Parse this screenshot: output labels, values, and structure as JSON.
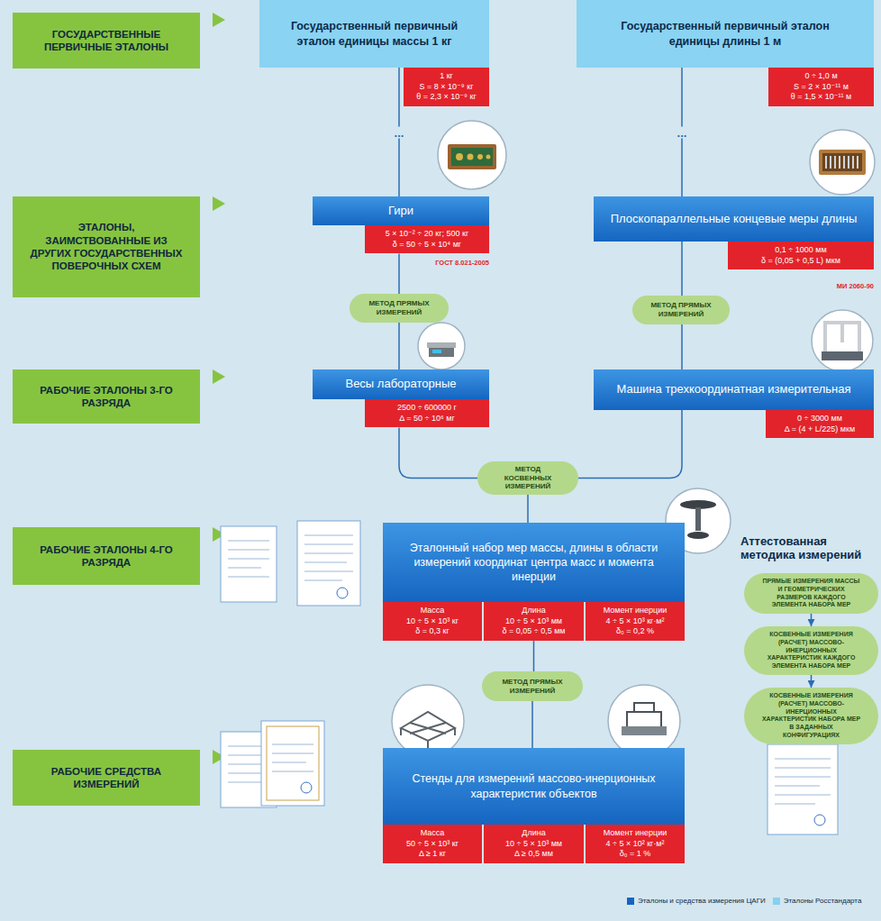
{
  "diagram": {
    "nodes": [
      {
        "text": [
          "ГОСУДАРСТВЕННЫЕ ПЕРВИЧНЫЕ ЭТАЛОНЫ"
        ]
      },
      {
        "text": [
          "Государственный первичный эталон единицы массы 1 кг"
        ]
      },
      {
        "text": [
          "1 кг",
          "S = 8 × 10⁻⁹ кг",
          "θ = 2,3 × 10⁻⁹ кг"
        ]
      },
      {
        "text": [
          "Государственный первичный эталон единицы длины 1 м"
        ]
      },
      {
        "text": [
          "0 ÷ 1,0 м",
          "S = 2 × 10⁻¹¹ м",
          "θ = 1,5 × 10⁻¹¹ м"
        ]
      },
      {
        "text": [
          "ЭТАЛОНЫ, ЗАИМСТВОВАННЫЕ ИЗ ДРУГИХ ГОСУДАРСТВЕННЫХ ПОВЕРОЧНЫХ СХЕМ"
        ]
      },
      {
        "text": [
          "Гири"
        ]
      },
      {
        "text": [
          "5 × 10⁻² ÷ 20 кг; 500 кг",
          "δ = 50 ÷ 5 × 10⁴ мг"
        ]
      },
      {
        "text": [
          "Плоскопараллельные концевые меры длины"
        ]
      },
      {
        "text": [
          "0,1 ÷ 1000 мм",
          "δ = (0,05 + 0,5 L) мкм"
        ]
      },
      {
        "text": [
          "МЕТОД ПРЯМЫХ ИЗМЕРЕНИЙ"
        ]
      },
      {
        "text": [
          "МЕТОД ПРЯМЫХ ИЗМЕРЕНИЙ"
        ]
      },
      {
        "text": [
          "РАБОЧИЕ ЭТАЛОНЫ 3-ГО РАЗРЯДА"
        ]
      },
      {
        "text": [
          "Весы лабораторные"
        ]
      },
      {
        "text": [
          "2500 ÷ 600000 г",
          "Δ = 50 ÷ 10⁶ мг"
        ]
      },
      {
        "text": [
          "Машина трехкоординатная измерительная"
        ]
      },
      {
        "text": [
          "0 ÷ 3000 мм",
          "Δ = (4 + L/225) мкм"
        ]
      },
      {
        "text": [
          "МЕТОД КОСВЕННЫХ ИЗМЕРЕНИЙ"
        ]
      },
      {
        "text": [
          "РАБОЧИЕ ЭТАЛОНЫ 4-ГО РАЗРЯДА"
        ]
      },
      {
        "text": [
          "Эталонный набор мер массы, длины в области измерений координат центра масс и момента инерции"
        ]
      },
      {
        "text": [
          "Масса",
          "10 ÷ 5 × 10³ кг",
          "δ = 0,3 кг"
        ]
      },
      {
        "text": [
          "Длина",
          "10 ÷ 5 × 10³ мм",
          "δ = 0,05 ÷ 0,5 мм"
        ]
      },
      {
        "text": [
          "Момент инерции",
          "4 ÷ 5 × 10³ кг·м²",
          "δ₀ = 0,2 %"
        ]
      },
      {
        "text": [
          "ПРЯМЫЕ ИЗМЕРЕНИЯ МАССЫ И ГЕОМЕТРИЧЕСКИХ РАЗМЕРОВ КАЖДОГО ЭЛЕМЕНТА НАБОРА МЕР"
        ]
      },
      {
        "text": [
          "КОСВЕННЫЕ ИЗМЕРЕНИЯ (РАСЧЕТ) МАССОВО-ИНЕРЦИОННЫХ ХАРАКТЕРИСТИК КАЖДОГО ЭЛЕМЕНТА НАБОРА МЕР"
        ]
      },
      {
        "text": [
          "КОСВЕННЫЕ ИЗМЕРЕНИЯ (РАСЧЕТ) МАССОВО-ИНЕРЦИОННЫХ ХАРАКТЕРИСТИК НАБОРА МЕР В ЗАДАННЫХ КОНФИГУРАЦИЯХ"
        ]
      },
      {
        "text": [
          "МЕТОД ПРЯМЫХ ИЗМЕРЕНИЙ"
        ]
      },
      {
        "text": [
          "РАБОЧИЕ СРЕДСТВА ИЗМЕРЕНИЙ"
        ]
      },
      {
        "text": [
          "Стенды для измерений массово-инерционных характеристик объектов"
        ]
      },
      {
        "text": [
          "Масса",
          "50 ÷ 5 × 10³ кг",
          "Δ ≥ 1 кг"
        ]
      },
      {
        "text": [
          "Длина",
          "10 ÷ 5 × 10³ мм",
          "Δ ≥ 0,5 мм"
        ]
      },
      {
        "text": [
          "Момент инерции",
          "4 ÷ 5 × 10² кг·м²",
          "δ₀ = 1 %"
        ]
      }
    ],
    "edges": [
      {
        "from": 1,
        "to": 6,
        "arrow": "none",
        "label": "..."
      },
      {
        "from": 3,
        "to": 8,
        "arrow": "none",
        "label": "..."
      },
      {
        "from": 7,
        "to": 10,
        "arrow": "none"
      },
      {
        "from": 10,
        "to": 13,
        "arrow": "none"
      },
      {
        "from": 8,
        "to": 11,
        "arrow": "none"
      },
      {
        "from": 11,
        "to": 15,
        "arrow": "none"
      },
      {
        "from": 14,
        "to": 17,
        "arrow": "none"
      },
      {
        "from": 15,
        "to": 17,
        "arrow": "none"
      },
      {
        "from": 17,
        "to": 19,
        "arrow": "none"
      },
      {
        "from": 21,
        "to": 26,
        "arrow": "none"
      },
      {
        "from": 26,
        "to": 28,
        "arrow": "none"
      },
      {
        "from": 23,
        "to": 24,
        "arrow": "to"
      },
      {
        "from": 24,
        "to": 25,
        "arrow": "to"
      }
    ],
    "labels": [
      "ГОСТ 8.021-2005",
      "МИ 2060-90",
      "Аттестованная методика измерений"
    ],
    "legend": [
      {
        "text": "Эталоны и средства измерения ЦАГИ",
        "color": "#1565c0"
      },
      {
        "text": "Эталоны Росстандарта",
        "color": "#86d0f0"
      }
    ]
  }
}
